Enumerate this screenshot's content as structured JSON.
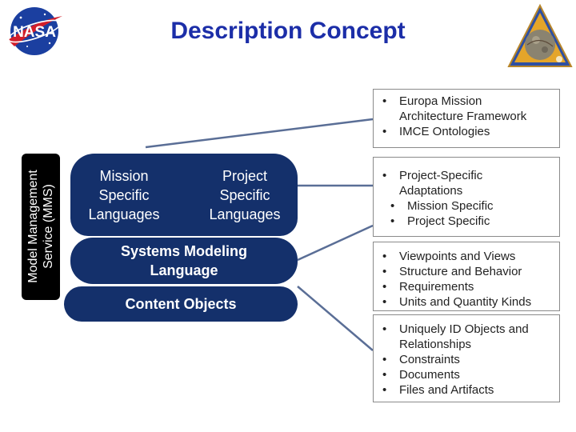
{
  "header": {
    "title": "Description Concept",
    "logo_left": {
      "text": "NASA",
      "icon": "nasa-meatball-icon"
    },
    "logo_right": {
      "icon": "europa-mission-patch-icon"
    }
  },
  "side_label": {
    "text": "Model Management\nService (MMS)"
  },
  "stack": {
    "mission_languages": "Mission\nSpecific\nLanguages",
    "project_languages": "Project\nSpecific\nLanguages",
    "sysml": "Systems Modeling\nLanguage",
    "content_objects": "Content Objects"
  },
  "boxes": {
    "europa": [
      "Europa Mission\nArchitecture Framework",
      "IMCE Ontologies"
    ],
    "project": {
      "item": "Project-Specific\nAdaptations",
      "subitems": [
        "Mission Specific",
        "Project Specific"
      ]
    },
    "views": [
      "Viewpoints and Views",
      "Structure and Behavior",
      "Requirements",
      "Units and Quantity Kinds"
    ],
    "objects": [
      "Uniquely ID Objects and\nRelationships",
      "Constraints",
      "Documents",
      "Files and Artifacts"
    ]
  },
  "colors": {
    "title": "#1c2ea8",
    "block_fill": "#14306b",
    "side_label_fill": "#000000",
    "connector": "#5a6e96",
    "box_border": "#8a8a8a"
  }
}
